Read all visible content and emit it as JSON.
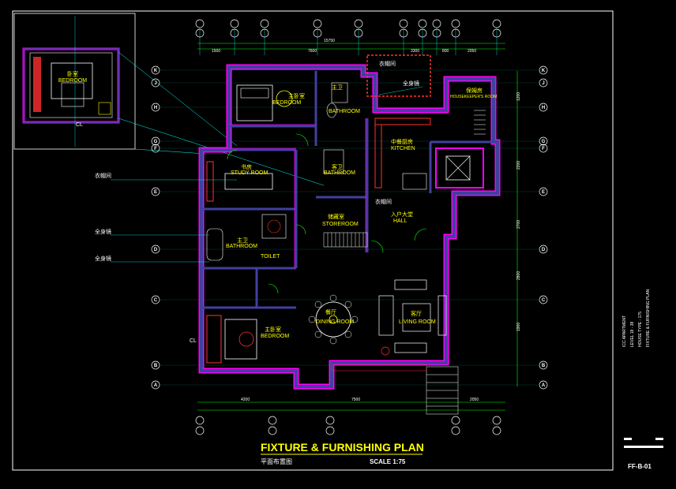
{
  "title": {
    "main": "FIXTURE & FURNISHING PLAN",
    "sub_cn": "平面布置图",
    "scale": "SCALE 1:75"
  },
  "title_block": {
    "project": "ICC APARTMENT",
    "level": "LEVEL 18 - 38",
    "house_type": "HOUSE TYPE - 175",
    "drawing": "FIXTURE & FURNISHING PLAN",
    "code": "FF-B-01"
  },
  "grid_rows": [
    "K",
    "J",
    "H",
    "G",
    "F",
    "E",
    "D",
    "C",
    "B",
    "A"
  ],
  "top_dimensions": [
    "1500",
    "7600",
    "3300",
    "800",
    "2050"
  ],
  "top_total": "15750",
  "bottom_dimensions": [
    "4200",
    "7500",
    "2050"
  ],
  "right_dimensions": [
    "1200",
    "2200",
    "2700",
    "2800",
    "1900"
  ],
  "rooms": {
    "bedroom_inset": {
      "cn": "卧室",
      "en": "BEDROOM"
    },
    "master_bedroom": {
      "cn": "主卧室",
      "en": "BEDROOM"
    },
    "ensuite": {
      "cn": "主卫",
      "en": "BATHROOM"
    },
    "housekeeper": {
      "cn": "保姆房",
      "en": "HOUSEKEEPER'S ROOM"
    },
    "kitchen": {
      "cn": "中餐厨房",
      "en": "KITCHEN"
    },
    "study": {
      "cn": "书房",
      "en": "STUDY ROOM"
    },
    "bath_center": {
      "cn": "客卫",
      "en": "BATHROOM"
    },
    "storeroom": {
      "cn": "储藏室",
      "en": "STOREROOM"
    },
    "hall": {
      "cn": "入户大堂",
      "en": "HALL"
    },
    "bath_left": {
      "cn": "主卫",
      "en": "BATHROOM"
    },
    "toilet": {
      "cn": "",
      "en": "TOILET"
    },
    "dining": {
      "cn": "餐厅",
      "en": "DINING ROOM"
    },
    "living": {
      "cn": "客厅",
      "en": "LIVING ROOM"
    },
    "bedroom_bottom": {
      "cn": "主卧室",
      "en": "BEDROOM"
    }
  },
  "callouts": [
    "衣帽间",
    "全身镜",
    "全身镜",
    "全身镜",
    "衣帽间",
    "衣帽间"
  ],
  "cl_marks": [
    "CL",
    "CL"
  ],
  "colors": {
    "wall_fill": "#4040a0",
    "wall_edge": "#ff00ff",
    "furniture": "#ffffff",
    "label": "#ffff00",
    "grid": "#00ffff",
    "dimension": "#00ff00",
    "red_accent": "#ff3030"
  }
}
